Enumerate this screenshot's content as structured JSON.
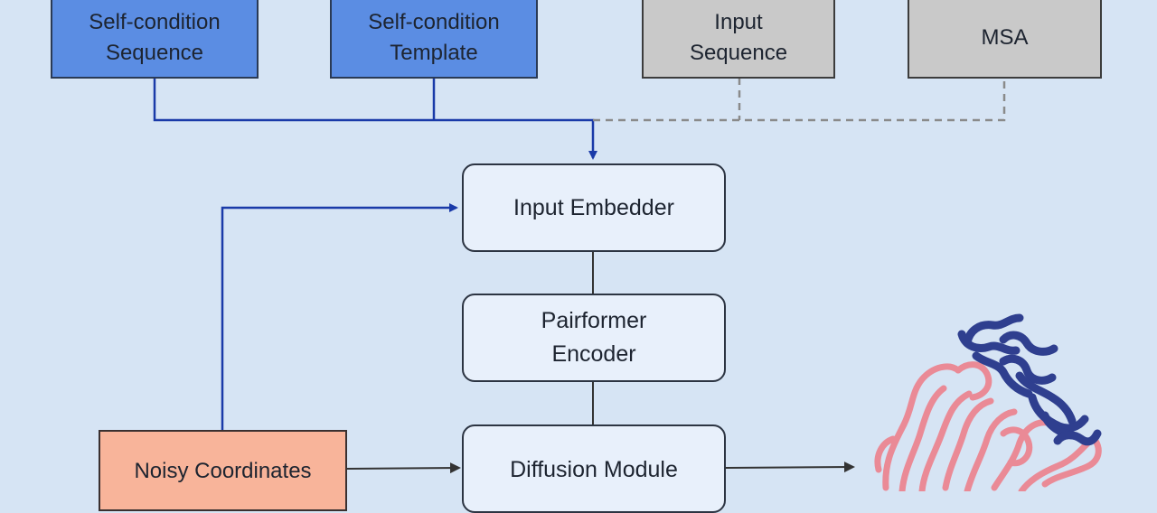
{
  "inputs": {
    "self_condition_sequence": "Self-condition\nSequence",
    "self_condition_template": "Self-condition\nTemplate",
    "input_sequence": "Input\nSequence",
    "msa": "MSA"
  },
  "modules": {
    "input_embedder": "Input Embedder",
    "pairformer_encoder": "Pairformer\nEncoder",
    "diffusion_module": "Diffusion Module"
  },
  "noisy_coordinates": "Noisy Coordinates",
  "colors": {
    "self_condition_fill": "#5b8de3",
    "input_fill": "#c9c9c9",
    "noisy_fill": "#f8b49a",
    "module_fill": "#e8f0fb",
    "blue_wire": "#1a3aa8",
    "grey_wire": "#8a8a8a",
    "protein_pink": "#ea8a96",
    "protein_navy": "#2f3f8f"
  },
  "icons": {
    "output_structure": "protein-structure-icon"
  }
}
